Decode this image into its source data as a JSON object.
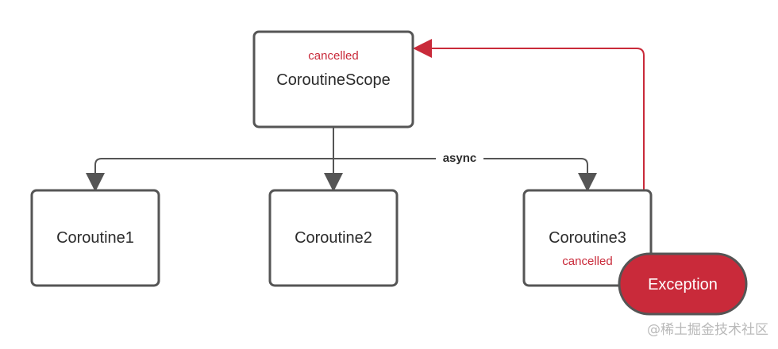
{
  "diagram": {
    "nodes": {
      "scope": {
        "label": "CoroutineScope",
        "status": "cancelled"
      },
      "coroutine1": {
        "label": "Coroutine1"
      },
      "coroutine2": {
        "label": "Coroutine2"
      },
      "coroutine3": {
        "label": "Coroutine3",
        "status": "cancelled"
      },
      "exception": {
        "label": "Exception"
      }
    },
    "edges": {
      "async_label": "async"
    },
    "colors": {
      "line": "#555555",
      "box_border": "#555555",
      "error_line": "#c92a3a",
      "exception_fill": "#c92a3a",
      "exception_border": "#555555",
      "status_text": "#c92a3a"
    }
  },
  "watermark": {
    "text": "@稀土掘金技术社区"
  }
}
